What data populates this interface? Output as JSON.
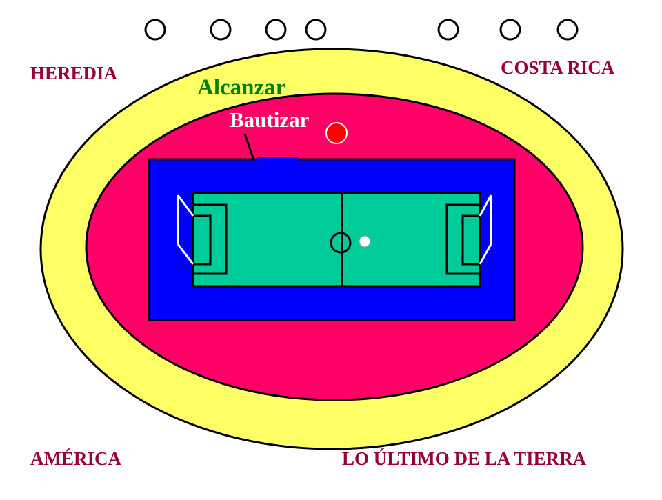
{
  "labels": {
    "heredia": "HEREDIA",
    "costa_rica": "COSTA RICA",
    "america": "AMÉRICA",
    "ultimo": "LO ÚLTIMO DE LA TIERRA",
    "alcanzar": "Alcanzar",
    "bautizar": "Bautizar"
  },
  "colors": {
    "outer_ring": "#ffff66",
    "inner_ring": "#ff0066",
    "stands": "#0000ff",
    "pitch": "#00cc99",
    "ball_red": "#ff0000",
    "lines": "#000000",
    "alcanzar_text": "#008000",
    "bautizar_text": "#ffffff",
    "label_text": "#990033"
  },
  "icons": {
    "top_circles": "empty-circle",
    "ball": "football-icon",
    "red_ball": "red-circle"
  }
}
